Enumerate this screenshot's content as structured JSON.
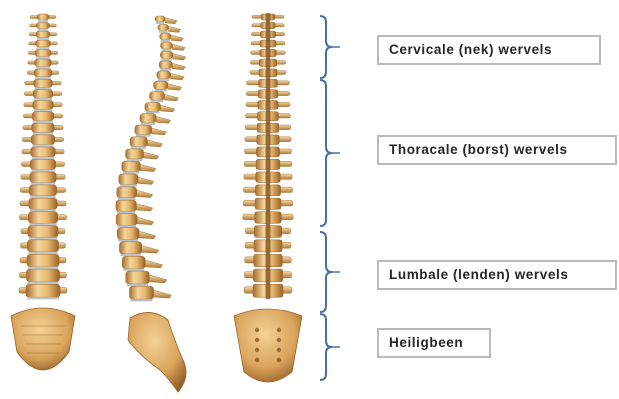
{
  "diagram": {
    "labels": [
      {
        "id": "cervical",
        "text": "Cervicale (nek) wervels"
      },
      {
        "id": "thoracic",
        "text": "Thoracale (borst) wervels"
      },
      {
        "id": "lumbar",
        "text": "Lumbale (lenden) wervels"
      },
      {
        "id": "sacrum",
        "text": "Heiligbeen"
      }
    ],
    "colors": {
      "bone_light": "#f0cf8e",
      "bone_mid": "#d9a35c",
      "bone_dark": "#9a6428",
      "disc": "#b7c2c9",
      "bracket": "#4a6fa5",
      "box_border": "#b9b9b9",
      "text": "#262626"
    },
    "views": [
      "spine-front-view",
      "spine-side-view",
      "spine-back-view"
    ]
  }
}
